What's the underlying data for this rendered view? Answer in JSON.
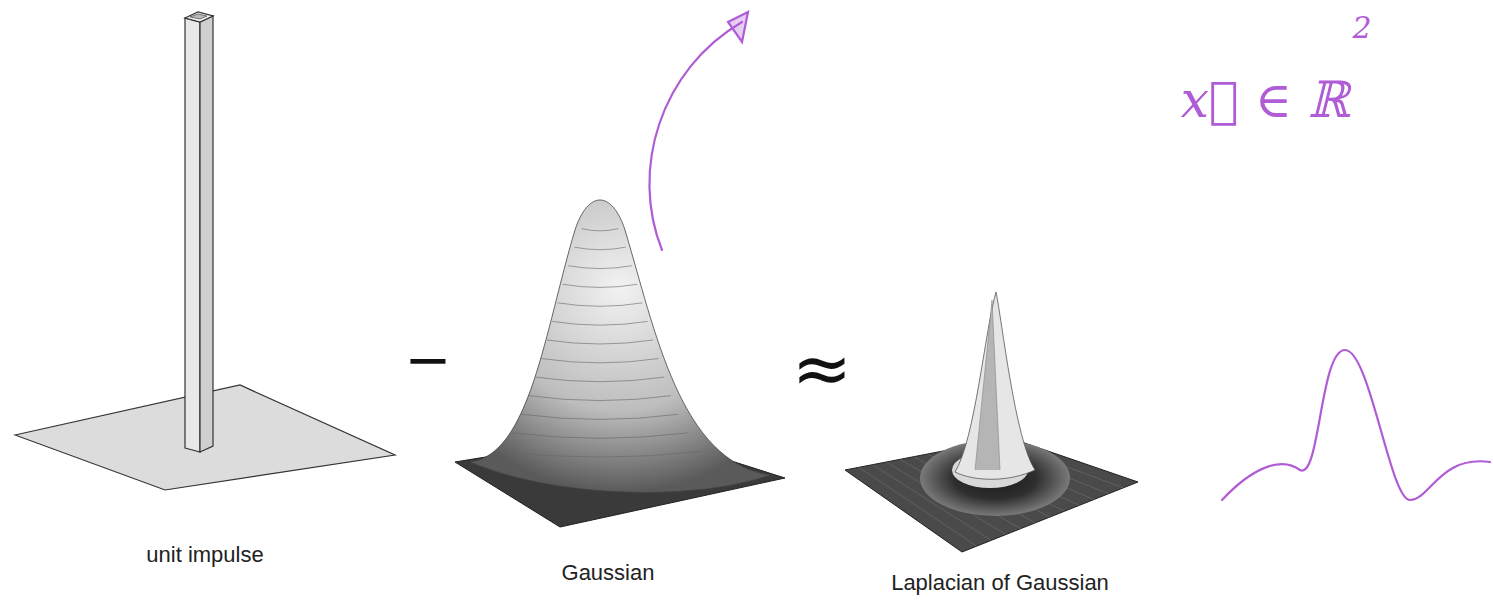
{
  "diagram": {
    "labels": [
      "unit impulse",
      "−",
      "Gaussian",
      "≈",
      "Laplacian of Gaussian",
      "x⃗ ∈ ℝ",
      "2"
    ]
  }
}
